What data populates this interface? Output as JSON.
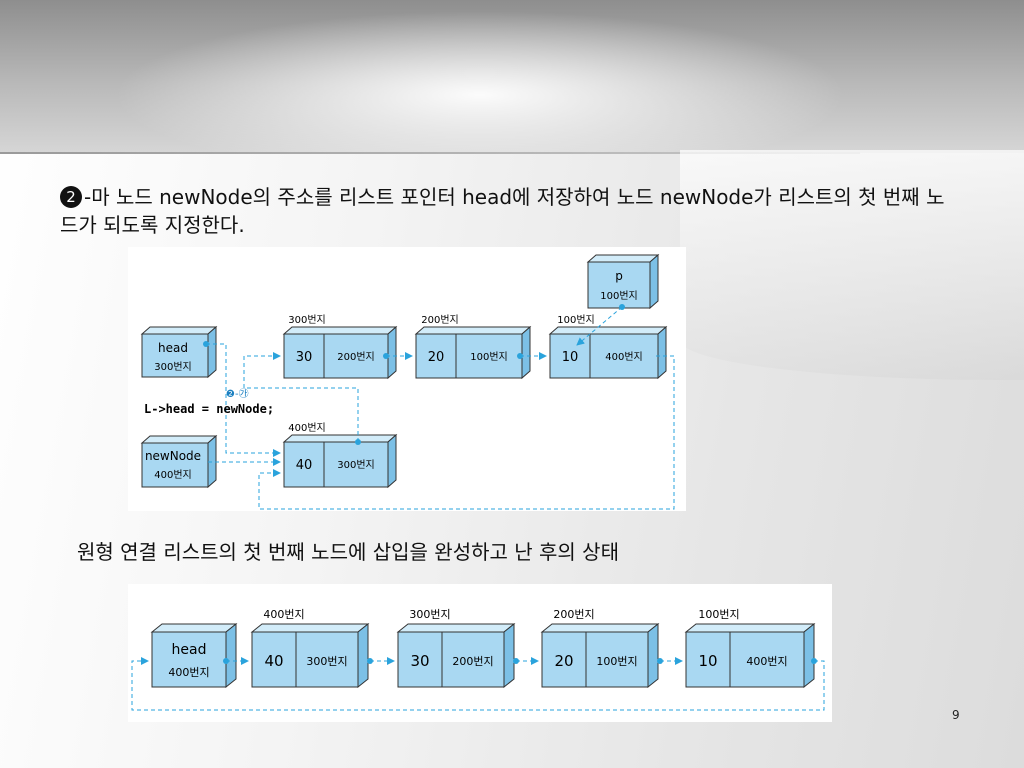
{
  "description": {
    "step_marker": "2",
    "text": "-마  노드 newNode의 주소를 리스트 포인터 head에 저장하여 노드 newNode가 리스트의 첫 번째 노드가 되도록 지정한다."
  },
  "figure1": {
    "p_node": {
      "name": "p",
      "addr": "100번지"
    },
    "head_node": {
      "name": "head",
      "addr": "300번지"
    },
    "newnode": {
      "name": "newNode",
      "addr": "400번지"
    },
    "nodes": [
      {
        "label": "300번지",
        "data": "30",
        "link": "200번지"
      },
      {
        "label": "200번지",
        "data": "20",
        "link": "100번지"
      },
      {
        "label": "100번지",
        "data": "10",
        "link": "400번지"
      }
    ],
    "inserted": {
      "label": "400번지",
      "data": "40",
      "link": "300번지"
    },
    "step_badge": "❷-㉮",
    "code": "L->head = newNode;"
  },
  "caption": "원형 연결 리스트의 첫 번째 노드에 삽입을 완성하고 난 후의 상태",
  "figure2": {
    "head_node": {
      "name": "head",
      "addr": "400번지"
    },
    "nodes": [
      {
        "label": "400번지",
        "data": "40",
        "link": "300번지"
      },
      {
        "label": "300번지",
        "data": "30",
        "link": "200번지"
      },
      {
        "label": "200번지",
        "data": "20",
        "link": "100번지"
      },
      {
        "label": "100번지",
        "data": "10",
        "link": "400번지"
      }
    ]
  },
  "page_number": "9",
  "colors": {
    "node_face": "#a9d8f2",
    "node_side": "#7cc0e6",
    "link": "#2aa3dc",
    "border": "#333333"
  }
}
